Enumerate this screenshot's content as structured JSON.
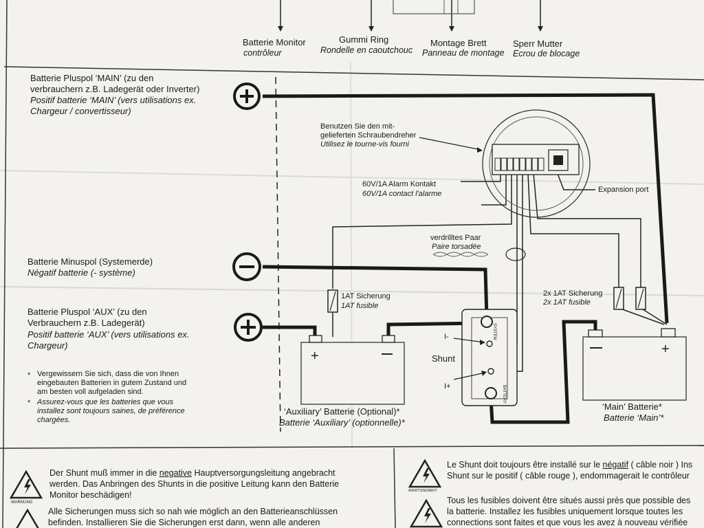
{
  "top_parts": [
    {
      "de": "Batterie Monitor",
      "fr": "contrôleur"
    },
    {
      "de": "Gummi Ring",
      "fr": "Rondelle en caoutchouc"
    },
    {
      "de": "Montage Brett",
      "fr": "Panneau de montage"
    },
    {
      "de": "Sperr Mutter",
      "fr": "Ecrou de blocage"
    }
  ],
  "left_labels": {
    "main_pos": {
      "de1": "Batterie Pluspol ‘MAIN’ (zu den",
      "de2": "verbrauchern z.B. Ladegerät oder Inverter)",
      "fr1": "Positif batterie ‘MAIN’ (vers utilisations ex.",
      "fr2": "Chargeur / convertisseur)"
    },
    "neg": {
      "de": "Batterie Minuspol (Systemerde)",
      "fr": "Négatif batterie (- système)"
    },
    "aux_pos": {
      "de1": "Batterie Pluspol ‘AUX’ (zu den",
      "de2": "Verbrauchern z.B. Ladegerät)",
      "fr1": "Positif batterie ‘AUX’ (vers utilisations ex.",
      "fr2": "Chargeur)"
    }
  },
  "notes": {
    "de1": "Vergewissern Sie sich, dass die von Ihnen",
    "de2": "eingebauten Batterien in gutem Zustand und",
    "de3": "am besten voll aufgeladen sind.",
    "fr1": "Assurez-vous que les batteries que vous",
    "fr2": "installez sont toujours saines, de préférence",
    "fr3": "chargées."
  },
  "callouts": {
    "screwdriver_de1": "Benutzen Sie den mit-",
    "screwdriver_de2": "gelieferten Schraubendreher",
    "screwdriver_fr": "Utilisez le tourne-vis fourni",
    "alarm_de": "60V/1A Alarm Kontakt",
    "alarm_fr": "60V/1A contact l'alarme",
    "expansion": "Expansion port",
    "twisted_de": "verdrilltes Paar",
    "twisted_fr": "Paire torsadée",
    "fuse1_de": "1AT Sicherung",
    "fuse1_fr": "1AT fusible",
    "fuse2_de": "2x 1AT Sicherung",
    "fuse2_fr": "2x 1AT fusible",
    "shunt": "Shunt",
    "i_minus": "I-",
    "i_plus": "I+",
    "system": "SYSTEM",
    "battery": "BATTERY"
  },
  "batteries": {
    "aux_de": "‘Auxiliary’ Batterie (Optional)*",
    "aux_fr": "Batterie ‘Auxiliary’ (optionnelle)*",
    "main_de": "‘Main’ Batterie*",
    "main_fr": "Batterie ‘Main’*"
  },
  "warnings": {
    "left_de1a": "Der Shunt muß immer in die ",
    "left_de1b": "negative",
    "left_de1c": " Hauptversorgungsleitung angebracht",
    "left_de2": "werden. Das Anbringen des Shunts in die positive Leitung kann den Batterie",
    "left_de3": "Monitor beschädigen!",
    "left_icon_label": "WARNUNG",
    "left_de4": "Alle Sicherungen muss sich so nah wie möglich an den Batterieanschlüssen",
    "left_de5": "befinden. Installieren Sie die Sicherungen erst dann, wenn alle anderen",
    "right_fr1a": "Le Shunt doit toujours être installé sur le ",
    "right_fr1b": "négatif",
    "right_fr1c": " ( câble noir ) Ins",
    "right_fr2": "Shunt sur le positif ( câble rouge ), endommagerait le contrôleur",
    "right_icon_label": "AVERTISSEMENT",
    "right_fr3": "Tous les fusibles doivent être situés aussi près que possible des",
    "right_fr4": "la batterie. Installez les fusibles uniquement lorsque toutes les",
    "right_fr5": "connections sont faites et que vous les avez à nouveau vérifiée"
  },
  "colors": {
    "ink": "#1a1a1a",
    "paper": "#f3f2ef"
  }
}
